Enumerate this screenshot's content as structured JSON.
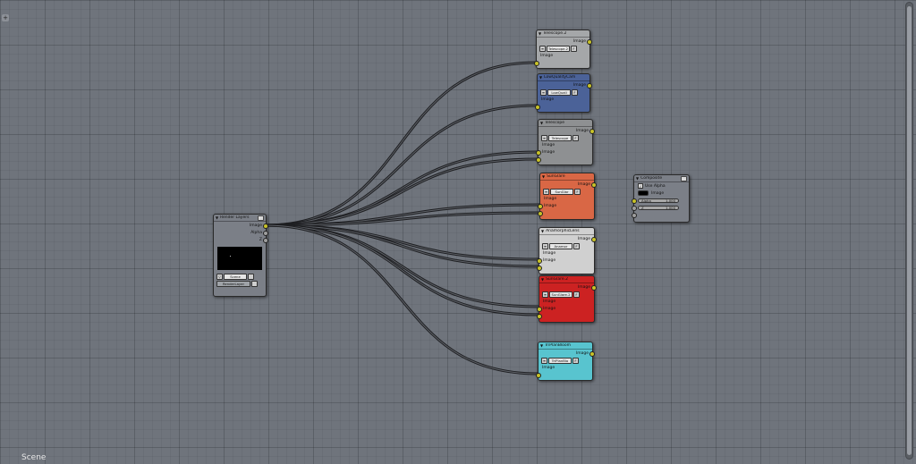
{
  "status": {
    "scene_label": "Scene"
  },
  "render_layers": {
    "title": "Render Layers",
    "outputs": [
      "Image",
      "Alpha",
      "Z"
    ],
    "scene_label": "Scene",
    "layer_label": "RenderLayer",
    "color": "#7b7f87"
  },
  "groups": [
    {
      "title": "Telescope.2",
      "output": "Image",
      "name": "Telescope.2",
      "inputs": [
        "Image"
      ],
      "color": "#a5a7a9"
    },
    {
      "title": "LowQualityCam",
      "output": "Image",
      "name": "LowQuali",
      "inputs": [
        "Image"
      ],
      "color": "#4b6298"
    },
    {
      "title": "Telescope",
      "output": "Image",
      "name": "Telescope",
      "inputs": [
        "Image",
        "Image"
      ],
      "color": "#8e9092"
    },
    {
      "title": "SunGlare",
      "output": "Image",
      "name": "SunGlar",
      "inputs": [
        "Image",
        "Image"
      ],
      "color": "#d96745"
    },
    {
      "title": "AnamorphicLens",
      "output": "Image",
      "name": "Anamor",
      "inputs": [
        "Image",
        "Image"
      ],
      "color": "#d0d0d0"
    },
    {
      "title": "SunGlare.2",
      "output": "Image",
      "name": "SunGlare.2",
      "inputs": [
        "Image",
        "Image"
      ],
      "color": "#cc2222"
    },
    {
      "title": "TriPlanBloom",
      "output": "Image",
      "name": "TriPlanBlo",
      "inputs": [
        "Image"
      ],
      "color": "#58c4cf"
    }
  ],
  "composite": {
    "title": "Composite",
    "use_alpha_label": "Use Alpha",
    "image_label": "Image",
    "alpha_label": "Alpha",
    "alpha_value": "1.000",
    "z_label": "Z",
    "z_value": "1.000",
    "color": "#7b7f87"
  },
  "ui": {
    "plus_icon": "+",
    "close_icon": "x"
  }
}
